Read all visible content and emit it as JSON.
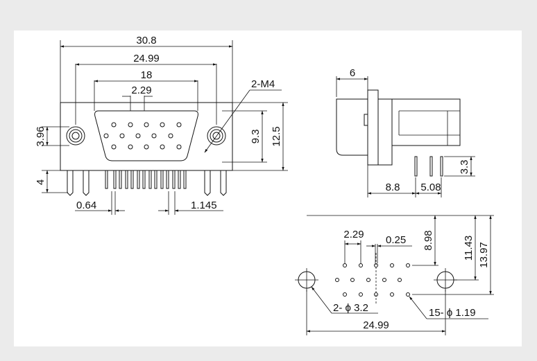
{
  "front_view": {
    "overall_width": "30.8",
    "mount_spacing": "24.99",
    "shell_width": "18",
    "pin_pitch": "2.29",
    "thread_label": "2-M4",
    "hole_row_height": "3.96",
    "shell_height": "9.3",
    "body_height": "12.5",
    "leg_length": "4",
    "pin_width": "0.64",
    "pin_spacing": "1.145"
  },
  "side_view": {
    "depth": "6",
    "body_depth": "8.8",
    "pin_row_spacing": "5.08",
    "pin_length": "3.3"
  },
  "pcb_layout": {
    "pin_pitch": "2.29",
    "row_offset": "0.25",
    "row_to_edge": "8.98",
    "hole_to_edge": "11.43",
    "total_depth": "13.97",
    "mount_hole_label": "2- ϕ 3.2",
    "pin_hole_label": "15- ϕ 1.19",
    "mount_spacing": "24.99"
  }
}
